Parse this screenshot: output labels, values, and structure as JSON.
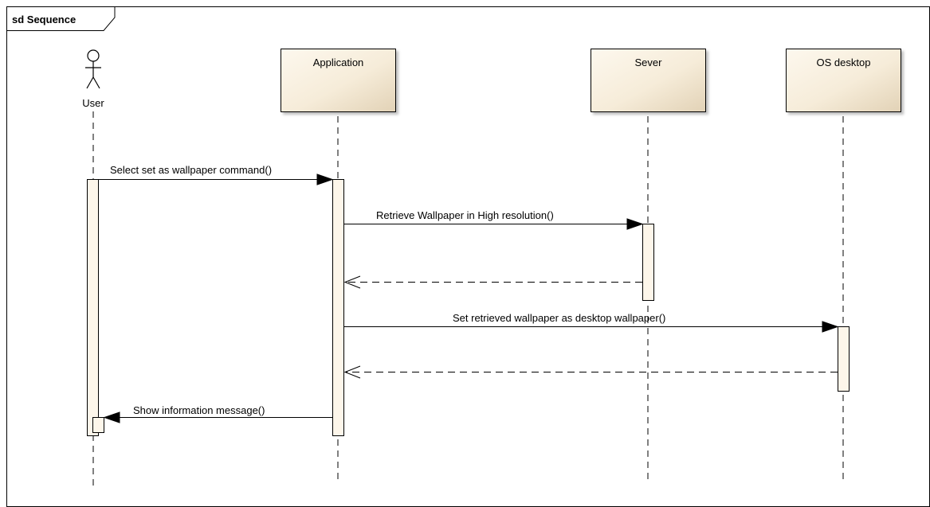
{
  "frame": {
    "title": "sd Sequence"
  },
  "participants": [
    {
      "id": "user",
      "kind": "actor",
      "label": "User"
    },
    {
      "id": "application",
      "kind": "object",
      "label": "Application"
    },
    {
      "id": "sever",
      "kind": "object",
      "label": "Sever"
    },
    {
      "id": "os_desktop",
      "kind": "object",
      "label": "OS desktop"
    }
  ],
  "messages": [
    {
      "id": "m1",
      "from": "user",
      "to": "application",
      "type": "sync",
      "label": "Select set as wallpaper command()"
    },
    {
      "id": "m2",
      "from": "application",
      "to": "sever",
      "type": "sync",
      "label": "Retrieve Wallpaper in High resolution()"
    },
    {
      "id": "m3",
      "from": "sever",
      "to": "application",
      "type": "return",
      "label": ""
    },
    {
      "id": "m4",
      "from": "application",
      "to": "os_desktop",
      "type": "sync",
      "label": "Set retrieved wallpaper as desktop wallpaper()"
    },
    {
      "id": "m5",
      "from": "os_desktop",
      "to": "application",
      "type": "return",
      "label": ""
    },
    {
      "id": "m6",
      "from": "application",
      "to": "user",
      "type": "sync",
      "label": "Show information message()"
    }
  ],
  "colors": {
    "frame_stroke": "#000000",
    "box_fill_light": "#fdf8ee",
    "box_fill_dark": "#e6d8c0",
    "activation_fill": "#fdf6ea",
    "line": "#000000"
  }
}
